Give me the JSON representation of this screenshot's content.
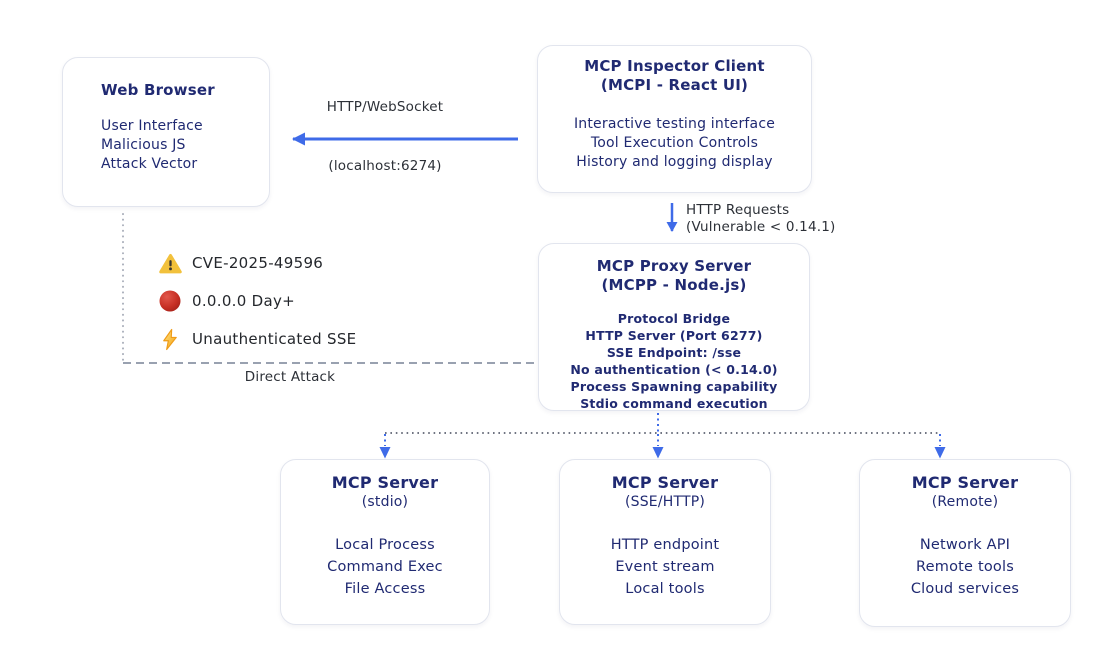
{
  "web_browser": {
    "title": "Web Browser",
    "lines": [
      "User Interface",
      "Malicious JS",
      "Attack Vector"
    ]
  },
  "inspector": {
    "title": "MCP Inspector Client",
    "subtitle": "(MCPI - React UI)",
    "lines": [
      "Interactive testing interface",
      "Tool Execution Controls",
      "History and logging display"
    ]
  },
  "proxy": {
    "title": "MCP Proxy Server",
    "subtitle": "(MCPP - Node.js)",
    "lines": [
      "Protocol Bridge",
      "HTTP Server (Port 6277)",
      "SSE Endpoint: /sse",
      "No authentication (< 0.14.0)",
      "Process Spawning capability",
      "Stdio command execution"
    ]
  },
  "connections": {
    "websocket": {
      "protocol": "HTTP/WebSocket",
      "endpoint": "(localhost:6274)"
    },
    "http": {
      "line1": "HTTP Requests",
      "line2": "(Vulnerable < 0.14.1)"
    },
    "direct_attack": "Direct Attack"
  },
  "vulnerabilities": [
    {
      "icon": "warning-triangle-icon",
      "label": "CVE-2025-49596"
    },
    {
      "icon": "red-dot-icon",
      "label": "0.0.0.0 Day+"
    },
    {
      "icon": "lightning-bolt-icon",
      "label": "Unauthenticated SSE"
    }
  ],
  "servers": [
    {
      "title": "MCP Server",
      "subtitle": "(stdio)",
      "lines": [
        "Local Process",
        "Command Exec",
        "File Access"
      ]
    },
    {
      "title": "MCP Server",
      "subtitle": "(SSE/HTTP)",
      "lines": [
        "HTTP endpoint",
        "Event stream",
        "Local tools"
      ]
    },
    {
      "title": "MCP Server",
      "subtitle": "(Remote)",
      "lines": [
        "Network API",
        "Remote tools",
        "Cloud services"
      ]
    }
  ],
  "colors": {
    "navy_text": "#202a72",
    "label_text": "#2c3037",
    "arrow_blue": "#3f6be8",
    "box_border": "#e2e5ee",
    "dashed_gray": "#99a1b0",
    "dotted_gray": "#a9aeba",
    "dotted_dark": "#5c6170",
    "warning_yellow": "#f2c13c",
    "alert_red": "#c62f24",
    "bolt_orange": "#f59e0b"
  }
}
